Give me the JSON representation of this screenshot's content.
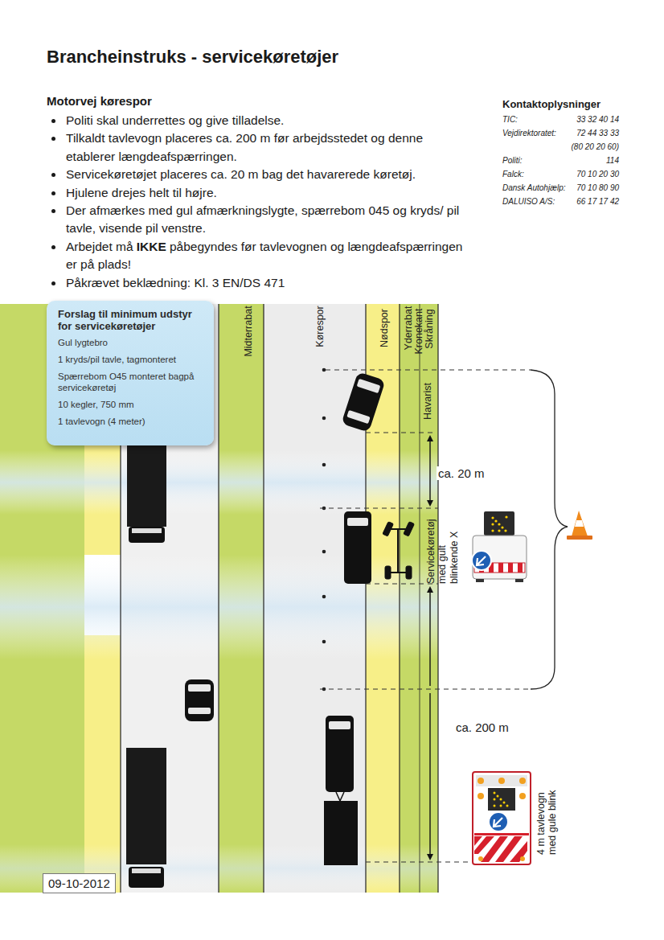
{
  "diagram": {
    "title": "Brancheinstruks - servicekøretøjer",
    "nodes": [
      {
        "text": [
          "Forslag til minimum udstyr for servicekøretøjer",
          "Gul lygtebro",
          "1 kryds/pil tavle, tagmonteret",
          "Spærrebom O45 monteret bagpå servicekøretøj",
          "10 kegler, 750 mm",
          "1 tavlevogn (4 meter)"
        ]
      },
      {
        "text": [
          "09-10-2012"
        ]
      }
    ],
    "labels": [
      "Motorvej kørespor",
      "Politi skal underrettes og give tilladelse.",
      "Tilkaldt tavlevogn placeres ca. 200 m før arbejdsstedet og denne etablerer længdeafspærringen.",
      "Servicekøretøjet placeres ca. 20 m bag det havarerede køretøj.",
      "Hjulene drejes helt til højre.",
      "Der afmærkes med gul afmærkningslygte, spærrebom 045 og kryds/ pil tavle, visende pil venstre.",
      "Arbejdet må",
      "IKKE",
      "påbegyndes før tavlevognen og længdeafspærringen er på plads!",
      "Påkrævet beklædning: Kl. 3 EN/DS 471",
      "Kontaktoplysninger",
      "TIC:",
      "33 32 40 14",
      "Vejdirektoratet:",
      "72 44 33 33",
      "(80 20 20 60)",
      "Politi:",
      "114",
      "Falck:",
      "70 10 20 30",
      "Dansk Autohjælp:",
      "70 10 80 90",
      "DALUISO A/S:",
      "66 17 17 42",
      "Midterrabat",
      "Kørespor",
      "Nødspor",
      "Yderrabat",
      "Kronekant",
      "Skråning",
      "Havarist",
      "ca. 20 m",
      "Servicekøretøj med gult blinkende X",
      "ca. 200 m",
      "4 m tavlevogn med gule blink"
    ]
  }
}
